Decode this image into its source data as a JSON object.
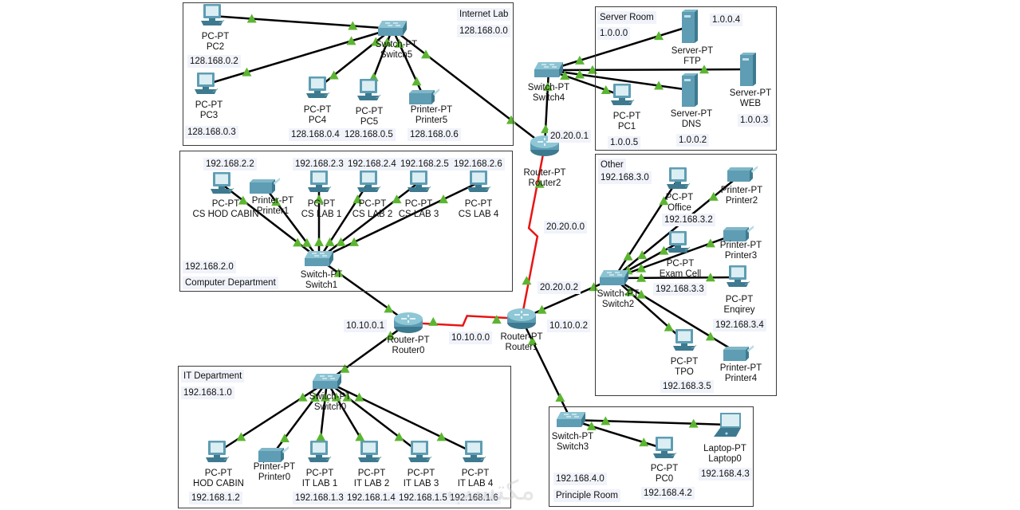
{
  "colors": {
    "link": "#000000",
    "serial_link": "#e81414",
    "port_up": "#5cb531",
    "device": "#5e9db3",
    "device_dark": "#3d7a90",
    "area_border": "#3a3a3a",
    "label_bg": "#f1f3fb"
  },
  "areas": [
    {
      "id": "internet-lab",
      "title": "Internet Lab",
      "network": "128.168.0.0"
    },
    {
      "id": "server-room",
      "title": "Server Room",
      "network": "1.0.0.0"
    },
    {
      "id": "computer-department",
      "title": "Computer Department",
      "network": "192.168.2.0"
    },
    {
      "id": "other",
      "title": "Other",
      "network": "192.168.3.0"
    },
    {
      "id": "it-department",
      "title": "IT Department",
      "network": "192.168.1.0"
    },
    {
      "id": "principle-room",
      "title": "Principle Room",
      "network": "192.168.4.0"
    }
  ],
  "devices": [
    {
      "id": "PC2",
      "type": "pc",
      "model": "PC-PT",
      "name": "PC2",
      "ip": "128.168.0.2"
    },
    {
      "id": "PC3",
      "type": "pc",
      "model": "PC-PT",
      "name": "PC3",
      "ip": "128.168.0.3"
    },
    {
      "id": "PC4",
      "type": "pc",
      "model": "PC-PT",
      "name": "PC4",
      "ip": "128.168.0.4"
    },
    {
      "id": "PC5",
      "type": "pc",
      "model": "PC-PT",
      "name": "PC5",
      "ip": "128.168.0.5"
    },
    {
      "id": "Printer5",
      "type": "printer",
      "model": "Printer-PT",
      "name": "Printer5",
      "ip": "128.168.0.6"
    },
    {
      "id": "Switch5",
      "type": "switch",
      "model": "Switch-PT",
      "name": "Switch5",
      "ip": ""
    },
    {
      "id": "Switch4",
      "type": "switch",
      "model": "Switch-PT",
      "name": "Switch4",
      "ip": ""
    },
    {
      "id": "FTP",
      "type": "server",
      "model": "Server-PT",
      "name": "FTP",
      "ip": "1.0.0.4"
    },
    {
      "id": "WEB",
      "type": "server",
      "model": "Server-PT",
      "name": "WEB",
      "ip": "1.0.0.3"
    },
    {
      "id": "DNS",
      "type": "server",
      "model": "Server-PT",
      "name": "DNS",
      "ip": "1.0.0.2"
    },
    {
      "id": "PC1",
      "type": "pc",
      "model": "PC-PT",
      "name": "PC1",
      "ip": "1.0.0.5"
    },
    {
      "id": "Router2",
      "type": "router",
      "model": "Router-PT",
      "name": "Router2",
      "ip": "20.20.0.1"
    },
    {
      "id": "Router0",
      "type": "router",
      "model": "Router-PT",
      "name": "Router0",
      "ip": "10.10.0.1"
    },
    {
      "id": "Router1",
      "type": "router",
      "model": "Router-PT",
      "name": "Router1",
      "ip": "10.10.0.2"
    },
    {
      "id": "CSHOD",
      "type": "pc",
      "model": "PC-PT",
      "name": "CS HOD CABIN",
      "ip": "192.168.2.2"
    },
    {
      "id": "Printer1",
      "type": "printer",
      "model": "Printer-PT",
      "name": "Printer1",
      "ip": ""
    },
    {
      "id": "CSLAB1",
      "type": "pc",
      "model": "PC-PT",
      "name": "CS LAB 1",
      "ip": "192.168.2.3"
    },
    {
      "id": "CSLAB2",
      "type": "pc",
      "model": "PC-PT",
      "name": "CS LAB 2",
      "ip": "192.168.2.4"
    },
    {
      "id": "CSLAB3",
      "type": "pc",
      "model": "PC-PT",
      "name": "CS LAB 3",
      "ip": "192.168.2.5"
    },
    {
      "id": "CSLAB4",
      "type": "pc",
      "model": "PC-PT",
      "name": "CS LAB 4",
      "ip": "192.168.2.6"
    },
    {
      "id": "Switch1",
      "type": "switch",
      "model": "Switch-PT",
      "name": "Switch1",
      "ip": ""
    },
    {
      "id": "Switch2",
      "type": "switch",
      "model": "Switch-PT",
      "name": "Switch2",
      "ip": ""
    },
    {
      "id": "Office",
      "type": "pc",
      "model": "PC-PT",
      "name": "Office",
      "ip": "192.168.3.2"
    },
    {
      "id": "Printer2",
      "type": "printer",
      "model": "Printer-PT",
      "name": "Printer2",
      "ip": ""
    },
    {
      "id": "ExamCell",
      "type": "pc",
      "model": "PC-PT",
      "name": "Exam Cell",
      "ip": "192.168.3.3"
    },
    {
      "id": "Printer3",
      "type": "printer",
      "model": "Printer-PT",
      "name": "Printer3",
      "ip": ""
    },
    {
      "id": "Enqirey",
      "type": "pc",
      "model": "PC-PT",
      "name": "Enqirey",
      "ip": "192.168.3.4"
    },
    {
      "id": "TPO",
      "type": "pc",
      "model": "PC-PT",
      "name": "TPO",
      "ip": "192.168.3.5"
    },
    {
      "id": "Printer4",
      "type": "printer",
      "model": "Printer-PT",
      "name": "Printer4",
      "ip": ""
    },
    {
      "id": "Switch0",
      "type": "switch",
      "model": "Switch-PT",
      "name": "Switch0",
      "ip": ""
    },
    {
      "id": "HODCABIN",
      "type": "pc",
      "model": "PC-PT",
      "name": "HOD CABIN",
      "ip": "192.168.1.2"
    },
    {
      "id": "Printer0",
      "type": "printer",
      "model": "Printer-PT",
      "name": "Printer0",
      "ip": ""
    },
    {
      "id": "ITLAB1",
      "type": "pc",
      "model": "PC-PT",
      "name": "IT LAB 1",
      "ip": "192.168.1.3"
    },
    {
      "id": "ITLAB2",
      "type": "pc",
      "model": "PC-PT",
      "name": "IT LAB 2",
      "ip": "192.168.1.4"
    },
    {
      "id": "ITLAB3",
      "type": "pc",
      "model": "PC-PT",
      "name": "IT LAB 3",
      "ip": "192.168.1.5"
    },
    {
      "id": "ITLAB4",
      "type": "pc",
      "model": "PC-PT",
      "name": "IT LAB 4",
      "ip": "192.168.1.6"
    },
    {
      "id": "Switch3",
      "type": "switch",
      "model": "Switch-PT",
      "name": "Switch3",
      "ip": ""
    },
    {
      "id": "PC0",
      "type": "pc",
      "model": "PC-PT",
      "name": "PC0",
      "ip": "192.168.4.2"
    },
    {
      "id": "Laptop0",
      "type": "laptop",
      "model": "Laptop-PT",
      "name": "Laptop0",
      "ip": "192.168.4.3"
    }
  ],
  "links": [
    {
      "from": "PC2",
      "to": "Switch5",
      "kind": "ethernet"
    },
    {
      "from": "PC3",
      "to": "Switch5",
      "kind": "ethernet"
    },
    {
      "from": "PC4",
      "to": "Switch5",
      "kind": "ethernet"
    },
    {
      "from": "PC5",
      "to": "Switch5",
      "kind": "ethernet"
    },
    {
      "from": "Printer5",
      "to": "Switch5",
      "kind": "ethernet"
    },
    {
      "from": "Switch5",
      "to": "Router2",
      "kind": "ethernet"
    },
    {
      "from": "Router2",
      "to": "Switch4",
      "kind": "ethernet"
    },
    {
      "from": "Switch4",
      "to": "FTP",
      "kind": "ethernet"
    },
    {
      "from": "Switch4",
      "to": "WEB",
      "kind": "ethernet"
    },
    {
      "from": "Switch4",
      "to": "DNS",
      "kind": "ethernet"
    },
    {
      "from": "Switch4",
      "to": "PC1",
      "kind": "ethernet"
    },
    {
      "from": "Router2",
      "to": "Router1",
      "kind": "serial"
    },
    {
      "from": "Router0",
      "to": "Router1",
      "kind": "serial"
    },
    {
      "from": "Switch1",
      "to": "Router0",
      "kind": "ethernet"
    },
    {
      "from": "CSHOD",
      "to": "Switch1",
      "kind": "ethernet"
    },
    {
      "from": "Printer1",
      "to": "Switch1",
      "kind": "ethernet"
    },
    {
      "from": "CSLAB1",
      "to": "Switch1",
      "kind": "ethernet"
    },
    {
      "from": "CSLAB2",
      "to": "Switch1",
      "kind": "ethernet"
    },
    {
      "from": "CSLAB3",
      "to": "Switch1",
      "kind": "ethernet"
    },
    {
      "from": "CSLAB4",
      "to": "Switch1",
      "kind": "ethernet"
    },
    {
      "from": "Router0",
      "to": "Switch0",
      "kind": "ethernet"
    },
    {
      "from": "Switch0",
      "to": "HODCABIN",
      "kind": "ethernet"
    },
    {
      "from": "Switch0",
      "to": "Printer0",
      "kind": "ethernet"
    },
    {
      "from": "Switch0",
      "to": "ITLAB1",
      "kind": "ethernet"
    },
    {
      "from": "Switch0",
      "to": "ITLAB2",
      "kind": "ethernet"
    },
    {
      "from": "Switch0",
      "to": "ITLAB3",
      "kind": "ethernet"
    },
    {
      "from": "Switch0",
      "to": "ITLAB4",
      "kind": "ethernet"
    },
    {
      "from": "Router1",
      "to": "Switch2",
      "kind": "ethernet"
    },
    {
      "from": "Switch2",
      "to": "Office",
      "kind": "ethernet"
    },
    {
      "from": "Switch2",
      "to": "Printer2",
      "kind": "ethernet"
    },
    {
      "from": "Switch2",
      "to": "ExamCell",
      "kind": "ethernet"
    },
    {
      "from": "Switch2",
      "to": "Printer3",
      "kind": "ethernet"
    },
    {
      "from": "Switch2",
      "to": "Enqirey",
      "kind": "ethernet"
    },
    {
      "from": "Switch2",
      "to": "TPO",
      "kind": "ethernet"
    },
    {
      "from": "Switch2",
      "to": "Printer4",
      "kind": "ethernet"
    },
    {
      "from": "Router1",
      "to": "Switch3",
      "kind": "ethernet"
    },
    {
      "from": "Switch3",
      "to": "PC0",
      "kind": "ethernet"
    },
    {
      "from": "Switch3",
      "to": "Laptop0",
      "kind": "ethernet"
    }
  ],
  "notes": [
    {
      "id": "net-20-20-0-0",
      "text": "20.20.0.0"
    },
    {
      "id": "ip-20-20-0-2",
      "text": "20.20.0.2"
    },
    {
      "id": "net-10-10-0-0",
      "text": "10.10.0.0"
    }
  ],
  "watermark": "مكتسب"
}
